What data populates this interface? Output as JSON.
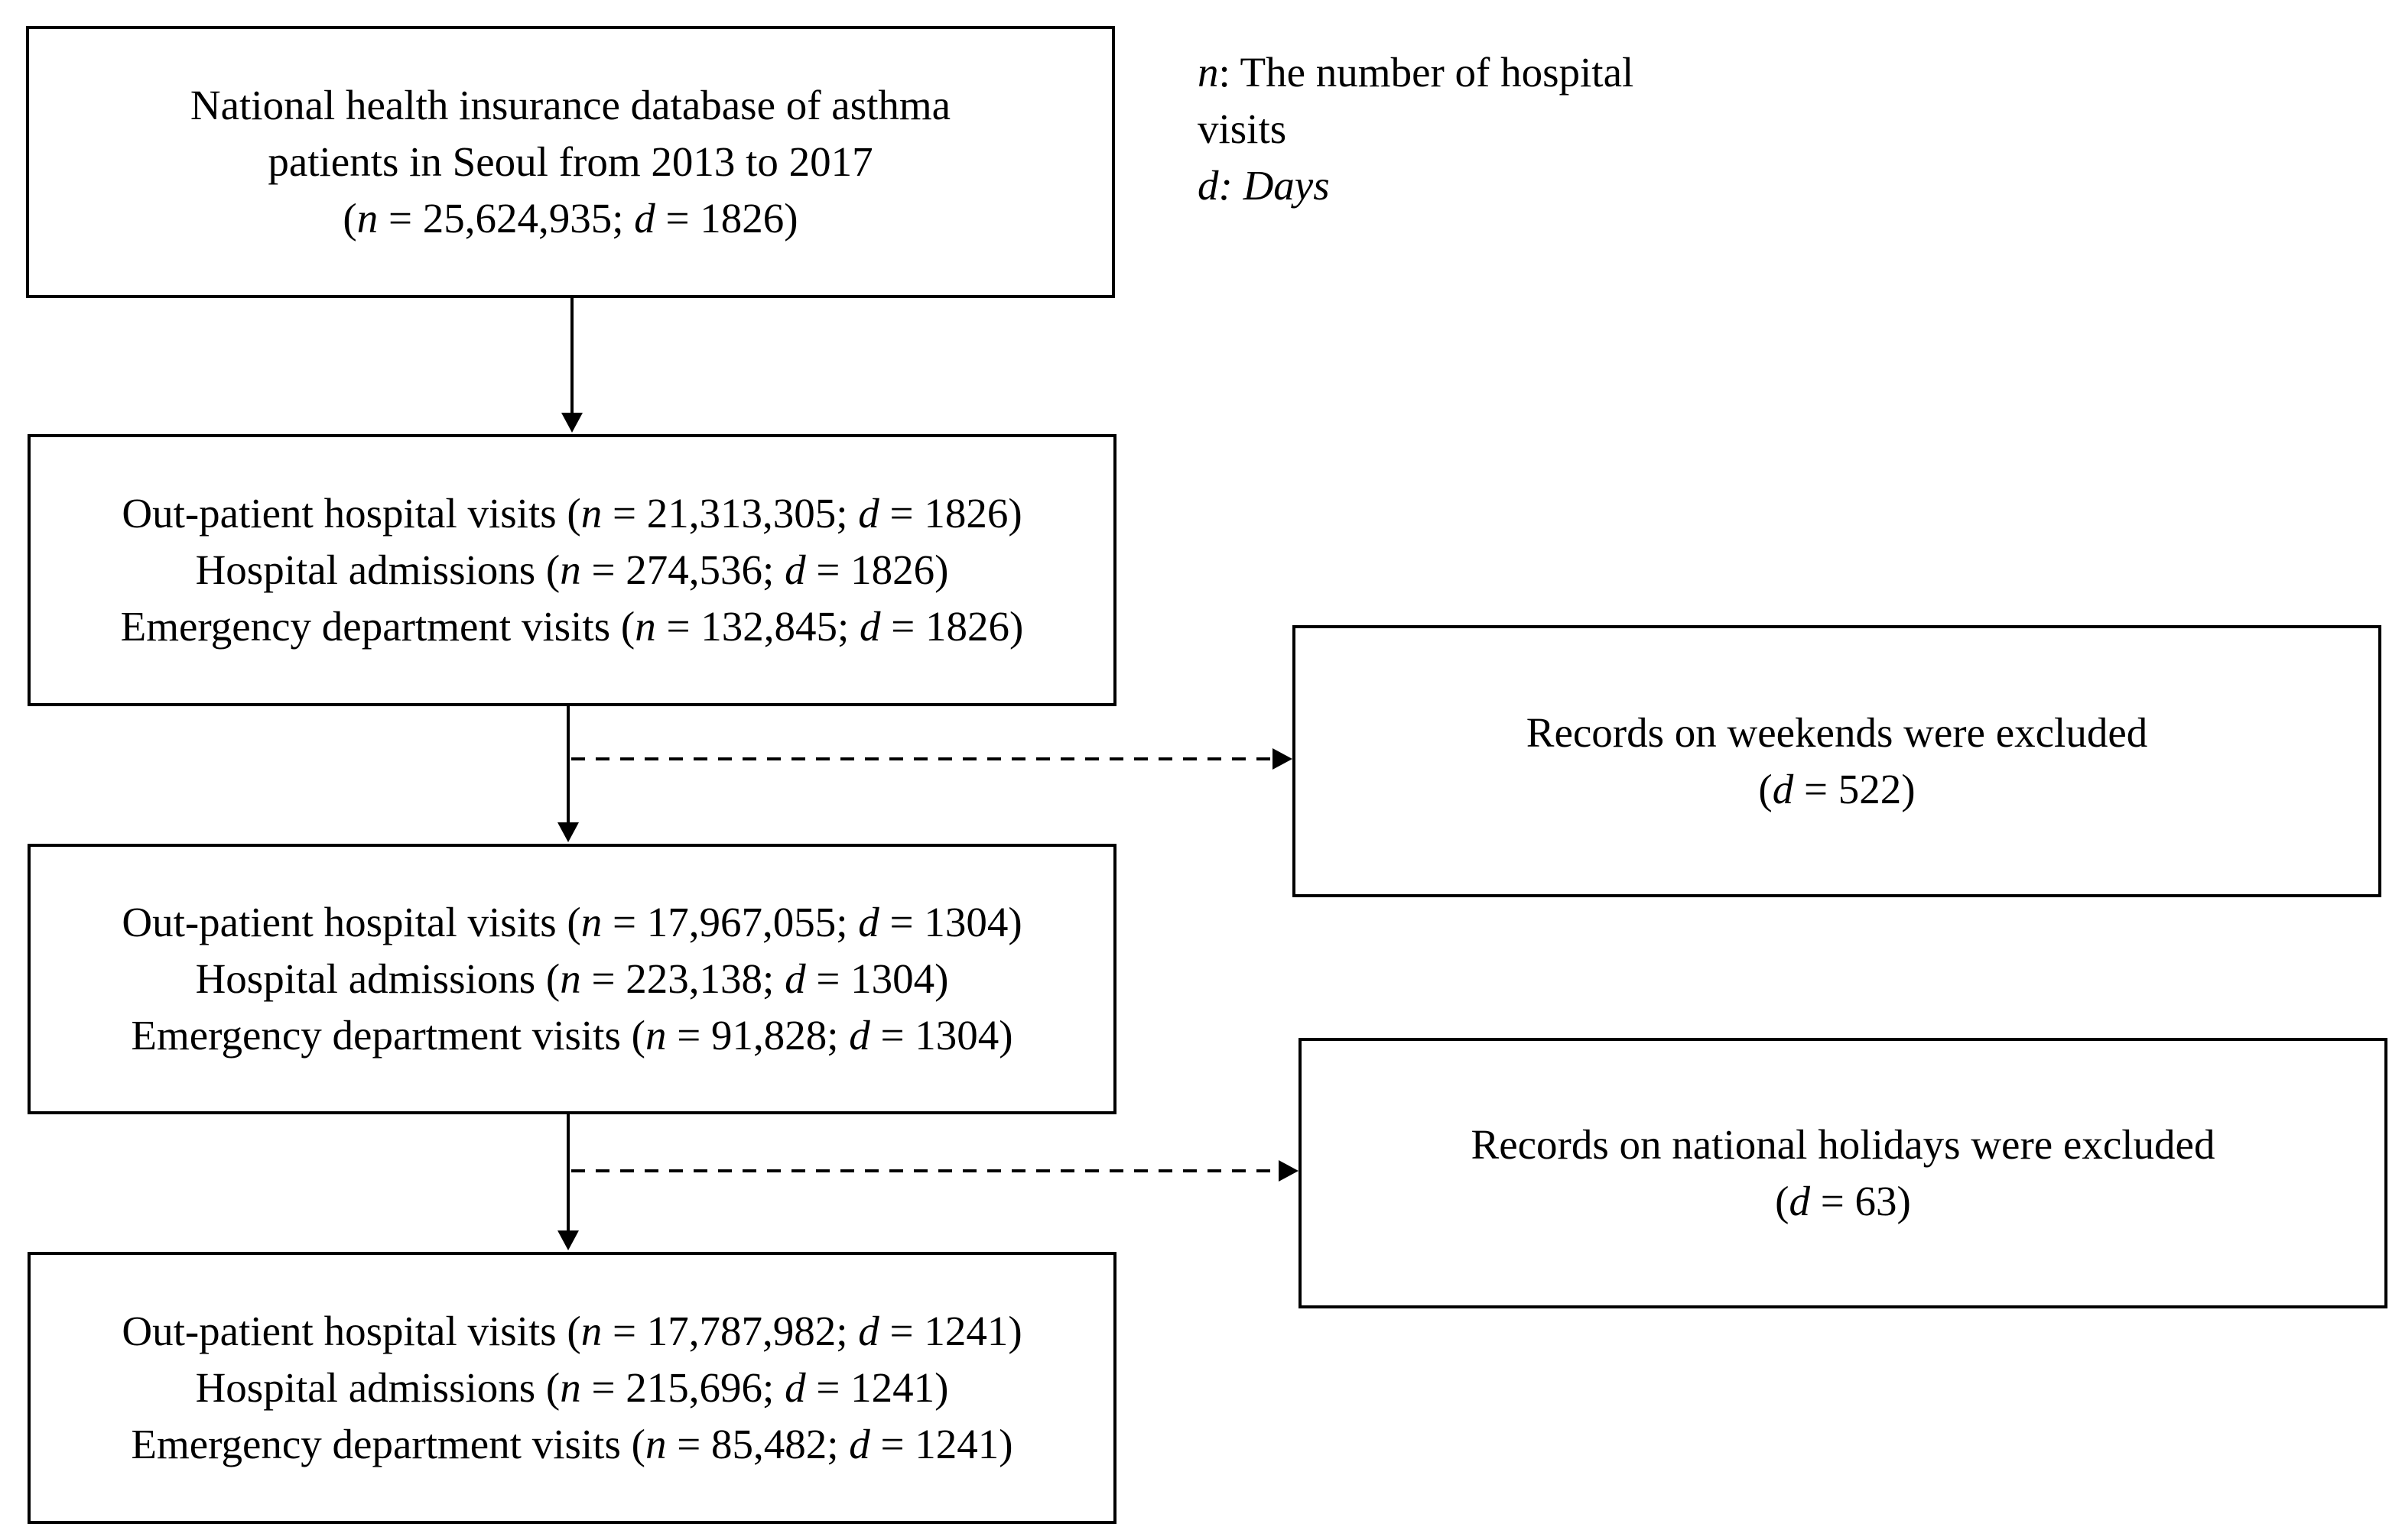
{
  "legend": {
    "n_symbol": "n",
    "n_text": ": The number of hospital",
    "n_text_cont": "visits",
    "d_text": "d: Days"
  },
  "box1": {
    "line1": "National health insurance database of asthma",
    "line2": "patients in Seoul from 2013 to 2017",
    "n": "25,624,935",
    "d": "1826"
  },
  "box2": {
    "outpatient": {
      "label": "Out-patient hospital visits",
      "n": "21,313,305",
      "d": "1826"
    },
    "admissions": {
      "label": "Hospital admissions",
      "n": "274,536",
      "d": "1826"
    },
    "emergency": {
      "label": "Emergency department visits",
      "n": "132,845",
      "d": "1826"
    }
  },
  "box3": {
    "outpatient": {
      "label": "Out-patient hospital visits",
      "n": "17,967,055",
      "d": "1304"
    },
    "admissions": {
      "label": "Hospital admissions",
      "n": "223,138",
      "d": "1304"
    },
    "emergency": {
      "label": "Emergency department visits",
      "n": "91,828",
      "d": "1304"
    }
  },
  "box4": {
    "outpatient": {
      "label": "Out-patient hospital visits",
      "n": "17,787,982",
      "d": "1241"
    },
    "admissions": {
      "label": "Hospital admissions",
      "n": "215,696",
      "d": "1241"
    },
    "emergency": {
      "label": "Emergency department visits",
      "n": "85,482",
      "d": "1241"
    }
  },
  "exclude1": {
    "text": "Records on weekends were excluded",
    "d": "522"
  },
  "exclude2": {
    "text": "Records on national holidays were excluded",
    "d": "63"
  }
}
